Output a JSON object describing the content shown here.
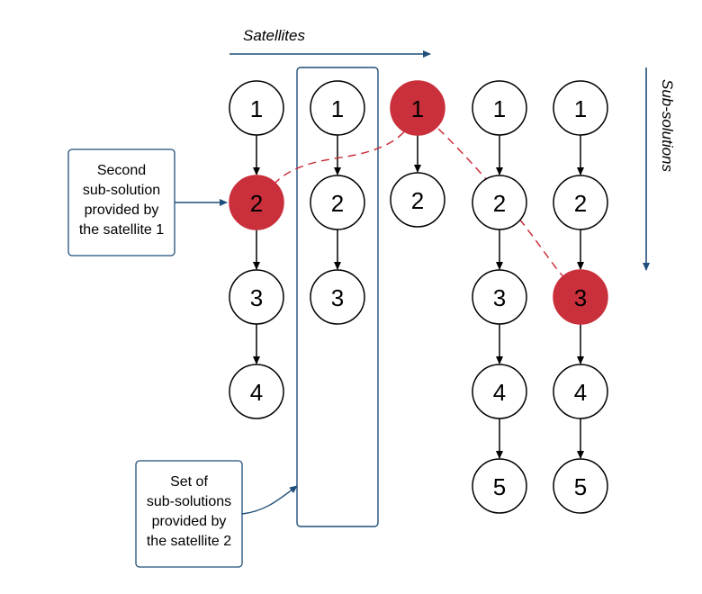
{
  "axes": {
    "satellites_label": "Satellites",
    "subsolutions_label": "Sub-solutions"
  },
  "colors": {
    "highlight": "#c9303b",
    "annotation": "#1f4e7a",
    "edge": "#000000"
  },
  "columns": [
    {
      "nodes": [
        {
          "label": "1",
          "highlighted": false
        },
        {
          "label": "2",
          "highlighted": true
        },
        {
          "label": "3",
          "highlighted": false
        },
        {
          "label": "4",
          "highlighted": false
        }
      ]
    },
    {
      "nodes": [
        {
          "label": "1",
          "highlighted": false
        },
        {
          "label": "2",
          "highlighted": false
        },
        {
          "label": "3",
          "highlighted": false
        }
      ]
    },
    {
      "nodes": [
        {
          "label": "1",
          "highlighted": true
        },
        {
          "label": "2",
          "highlighted": false
        }
      ]
    },
    {
      "nodes": [
        {
          "label": "1",
          "highlighted": false
        },
        {
          "label": "2",
          "highlighted": false
        },
        {
          "label": "3",
          "highlighted": false
        },
        {
          "label": "4",
          "highlighted": false
        },
        {
          "label": "5",
          "highlighted": false
        }
      ]
    },
    {
      "nodes": [
        {
          "label": "1",
          "highlighted": false
        },
        {
          "label": "2",
          "highlighted": false
        },
        {
          "label": "3",
          "highlighted": true
        },
        {
          "label": "4",
          "highlighted": false
        },
        {
          "label": "5",
          "highlighted": false
        }
      ]
    }
  ],
  "callouts": {
    "second_subsolution": [
      "Second",
      "sub-solution",
      "provided by",
      "the satellite 1"
    ],
    "set_of_subsolutions": [
      "Set of",
      "sub-solutions",
      "provided by",
      "the satellite 2"
    ]
  }
}
